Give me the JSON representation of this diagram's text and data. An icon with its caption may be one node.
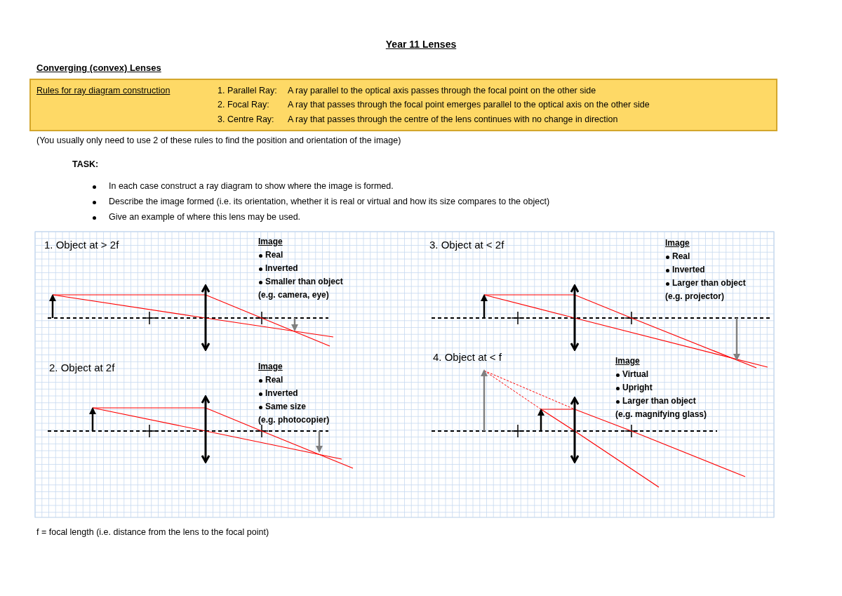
{
  "diagram": {
    "nodes": [
      {
        "text": [
          "Rules for ray diagram construction",
          "1. Parallel Ray:",
          "A ray parallel to the optical axis passes through the focal point on the other side",
          "2. Focal Ray:",
          "A ray that passes through the focal point emerges parallel to the optical axis on the other side",
          "3. Centre Ray:",
          "A ray that passes through the centre of the lens continues with no change in direction"
        ]
      }
    ],
    "labels": [
      "Year 11 Lenses",
      "Converging (convex) Lenses",
      "(You usually only need to use 2 of these rules to find the position and orientation of the image)",
      "TASK:",
      "In each case construct a ray diagram to show where the image is formed.",
      "Describe the image formed (i.e. its orientation, whether it is real or virtual and how its size compares to the object)",
      "Give an example of where this lens may be used.",
      "1. Object at > 2f",
      "Image",
      "Real",
      "Inverted",
      "Smaller than object",
      "(e.g. camera, eye)",
      "3. Object at < 2f",
      "Image",
      "Real",
      "Inverted",
      "Larger than object",
      "(e.g. projector)",
      "2. Object at 2f",
      "Image",
      "Real",
      "Inverted",
      "Same size",
      "(e.g. photocopier)",
      "4. Object at < f",
      "Image",
      "Virtual",
      "Upright",
      "Larger than object",
      "(e.g. magnifying glass)",
      "f = focal length (i.e. distance from the lens to the focal point)"
    ]
  }
}
